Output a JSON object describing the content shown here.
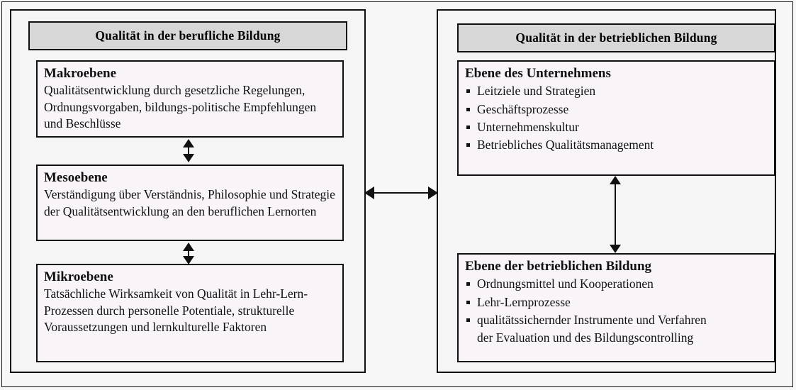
{
  "diagram": {
    "left_panel": {
      "title": "Qualität in der berufliche Bildung",
      "boxes": [
        {
          "heading": "Makroebene",
          "body": "Qualitätsentwicklung durch gesetzliche Regelungen, Ordnungsvorgaben, bildungs-politische Empfehlungen und Beschlüsse"
        },
        {
          "heading": "Mesoebene",
          "body": "Verständigung über  Verständnis, Philosophie und Strategie der Qualitätsentwicklung an den beruflichen Lernorten"
        },
        {
          "heading": "Mikroebene",
          "body": "Tatsächliche Wirksamkeit von Qualität in Lehr-Lern-Prozessen durch personelle Potentiale, strukturelle Voraussetzungen und lernkulturelle Faktoren"
        }
      ]
    },
    "right_panel": {
      "title": "Qualität in der betrieblichen Bildung",
      "boxes": [
        {
          "heading": "Ebene des Unternehmens",
          "bullets": [
            "Leitziele und Strategien",
            "Geschäftsprozesse",
            "Unternehmenskultur",
            "Betriebliches Qualitätsmanagement"
          ]
        },
        {
          "heading": "Ebene der betrieblichen Bildung",
          "bullets": [
            "Ordnungsmittel und Kooperationen",
            "Lehr-Lernprozesse",
            "qualitätssichernder Instrumente und Verfahren",
            "der Evaluation und des Bildungscontrolling"
          ]
        }
      ]
    },
    "connectors": [
      {
        "name": "makroebene-mesoebene",
        "style": "double-headed-vertical"
      },
      {
        "name": "mesoebene-mikroebene",
        "style": "double-headed-vertical"
      },
      {
        "name": "left-panel-right-panel",
        "style": "double-headed-horizontal"
      },
      {
        "name": "unternehmen-bildung",
        "style": "double-headed-vertical"
      }
    ],
    "colors": {
      "title_fill": "#d7d7d7",
      "box_fill": "#f8f4f8",
      "panel_fill": "#f5f5f5",
      "stroke": "#111111"
    }
  }
}
